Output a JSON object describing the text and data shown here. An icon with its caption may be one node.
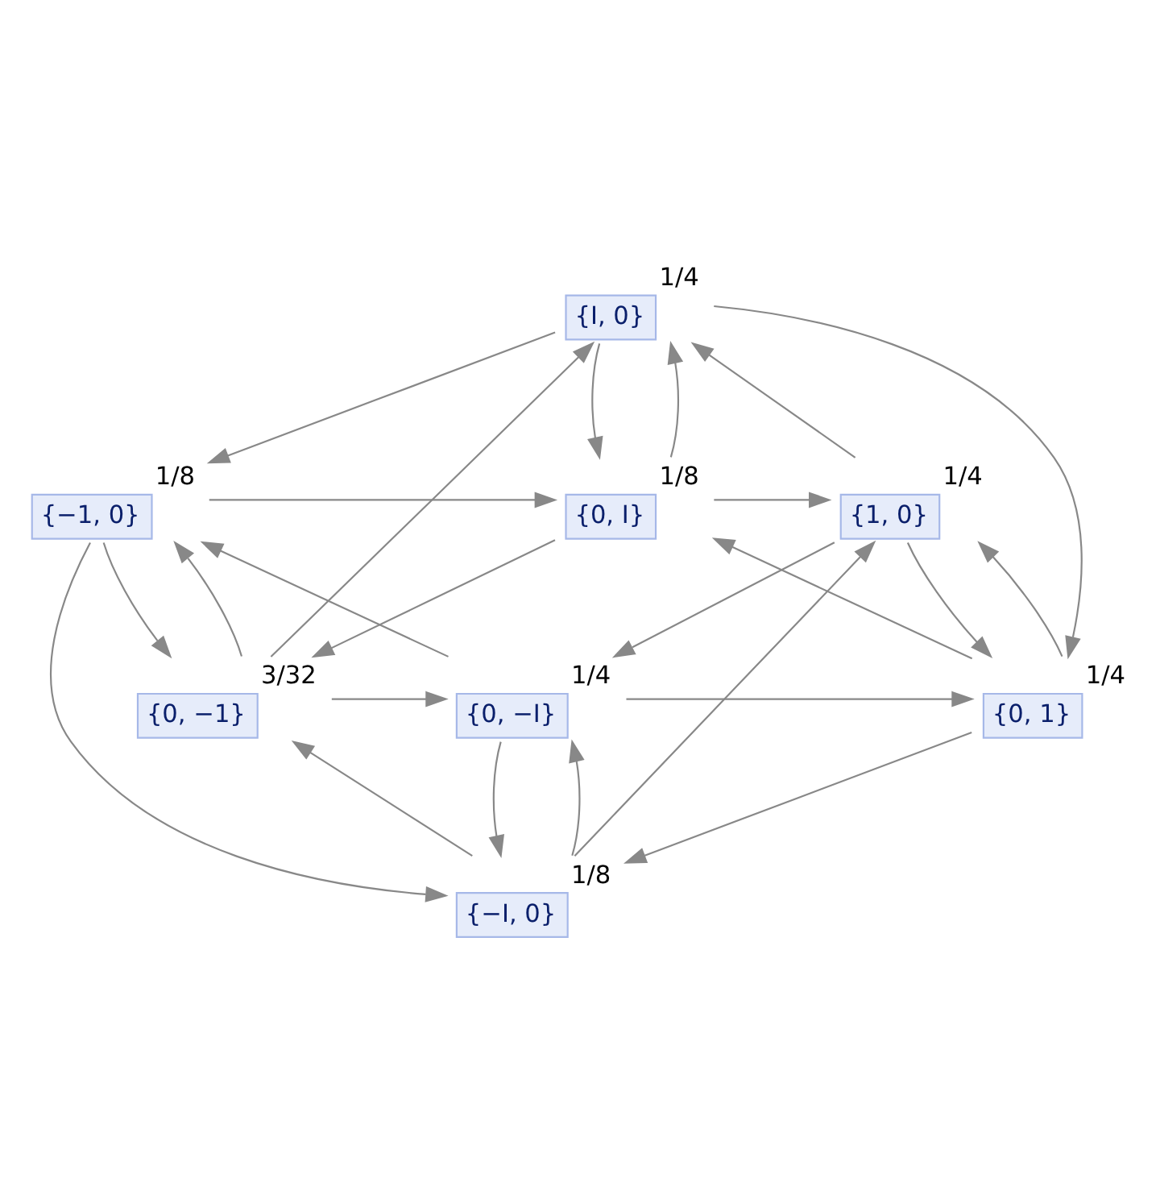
{
  "diagram": {
    "nodes": [
      {
        "text": [
          "{I, 0}"
        ],
        "beside": [
          "1/4"
        ]
      },
      {
        "text": [
          "{−1, 0}"
        ],
        "beside": [
          "1/8"
        ]
      },
      {
        "text": [
          "{0, I}"
        ],
        "beside": [
          "1/8"
        ]
      },
      {
        "text": [
          "{1, 0}"
        ],
        "beside": [
          "1/4"
        ]
      },
      {
        "text": [
          "{0, −1}"
        ],
        "beside": [
          "3/32"
        ]
      },
      {
        "text": [
          "{0, −I}"
        ],
        "beside": [
          "1/4"
        ]
      },
      {
        "text": [
          "{0, 1}"
        ],
        "beside": [
          "1/4"
        ]
      },
      {
        "text": [
          "{−I, 0}"
        ],
        "beside": [
          "1/8"
        ]
      }
    ],
    "edges": [
      {
        "from": 0,
        "to": 1,
        "arrow": "to"
      },
      {
        "from": 0,
        "to": 2,
        "arrow": "to"
      },
      {
        "from": 0,
        "to": 6,
        "arrow": "to"
      },
      {
        "from": 1,
        "to": 2,
        "arrow": "to"
      },
      {
        "from": 1,
        "to": 4,
        "arrow": "to"
      },
      {
        "from": 1,
        "to": 7,
        "arrow": "to"
      },
      {
        "from": 2,
        "to": 0,
        "arrow": "to"
      },
      {
        "from": 2,
        "to": 3,
        "arrow": "to"
      },
      {
        "from": 2,
        "to": 4,
        "arrow": "to"
      },
      {
        "from": 3,
        "to": 0,
        "arrow": "to"
      },
      {
        "from": 3,
        "to": 5,
        "arrow": "to"
      },
      {
        "from": 3,
        "to": 6,
        "arrow": "to"
      },
      {
        "from": 4,
        "to": 0,
        "arrow": "to"
      },
      {
        "from": 4,
        "to": 1,
        "arrow": "to"
      },
      {
        "from": 4,
        "to": 5,
        "arrow": "to"
      },
      {
        "from": 5,
        "to": 1,
        "arrow": "to"
      },
      {
        "from": 5,
        "to": 6,
        "arrow": "to"
      },
      {
        "from": 5,
        "to": 7,
        "arrow": "to"
      },
      {
        "from": 6,
        "to": 3,
        "arrow": "to"
      },
      {
        "from": 6,
        "to": 2,
        "arrow": "to"
      },
      {
        "from": 6,
        "to": 7,
        "arrow": "to"
      },
      {
        "from": 7,
        "to": 4,
        "arrow": "to"
      },
      {
        "from": 7,
        "to": 3,
        "arrow": "to"
      },
      {
        "from": 7,
        "to": 5,
        "arrow": "to"
      }
    ]
  }
}
